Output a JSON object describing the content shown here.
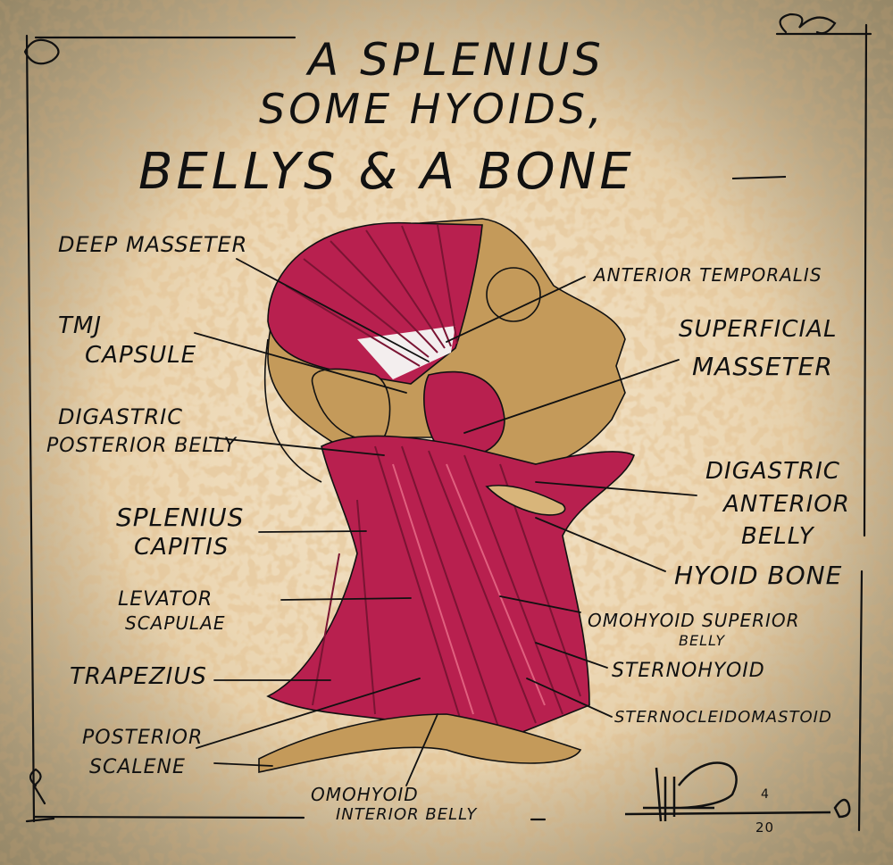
{
  "title": {
    "line1": "A Splenius",
    "line2": "Some Hyoids,",
    "line3": "Bellys & a Bone"
  },
  "labels": {
    "deep_masseter": "Deep Masseter",
    "tmj_capsule_1": "TMJ",
    "tmj_capsule_2": "Capsule",
    "digastric_posterior_1": "Digastric",
    "digastric_posterior_2": "Posterior Belly",
    "splenius_capitis_1": "Splenius",
    "splenius_capitis_2": "Capitis",
    "levator_scapulae_1": "Levator",
    "levator_scapulae_2": "Scapulae",
    "trapezius": "Trapezius",
    "posterior_scalene_1": "Posterior",
    "posterior_scalene_2": "Scalene",
    "omohyoid_inferior_1": "Omohyoid",
    "omohyoid_inferior_2": "Interior Belly",
    "anterior_temporalis": "Anterior Temporalis",
    "superficial_masseter_1": "Superficial",
    "superficial_masseter_2": "Masseter",
    "digastric_anterior_1": "Digastric",
    "digastric_anterior_2": "Anterior",
    "digastric_anterior_3": "Belly",
    "hyoid_bone": "Hyoid Bone",
    "omohyoid_superior_1": "Omohyoid Superior",
    "omohyoid_superior_2": "Belly",
    "sternohyoid": "Sternohyoid",
    "sternocleidomastoid": "Sternocleidomastoid"
  },
  "signature": {
    "date_top": "4",
    "date_bottom": "20"
  },
  "colors": {
    "muscle": "#b8204f",
    "muscle_light": "#e0607f",
    "muscle_dark": "#7a1433",
    "skin": "#c49a5a",
    "skin_light": "#d8b57a",
    "tendon": "#f3eeee",
    "ink": "#111111",
    "paper": "#ecd7b4"
  }
}
